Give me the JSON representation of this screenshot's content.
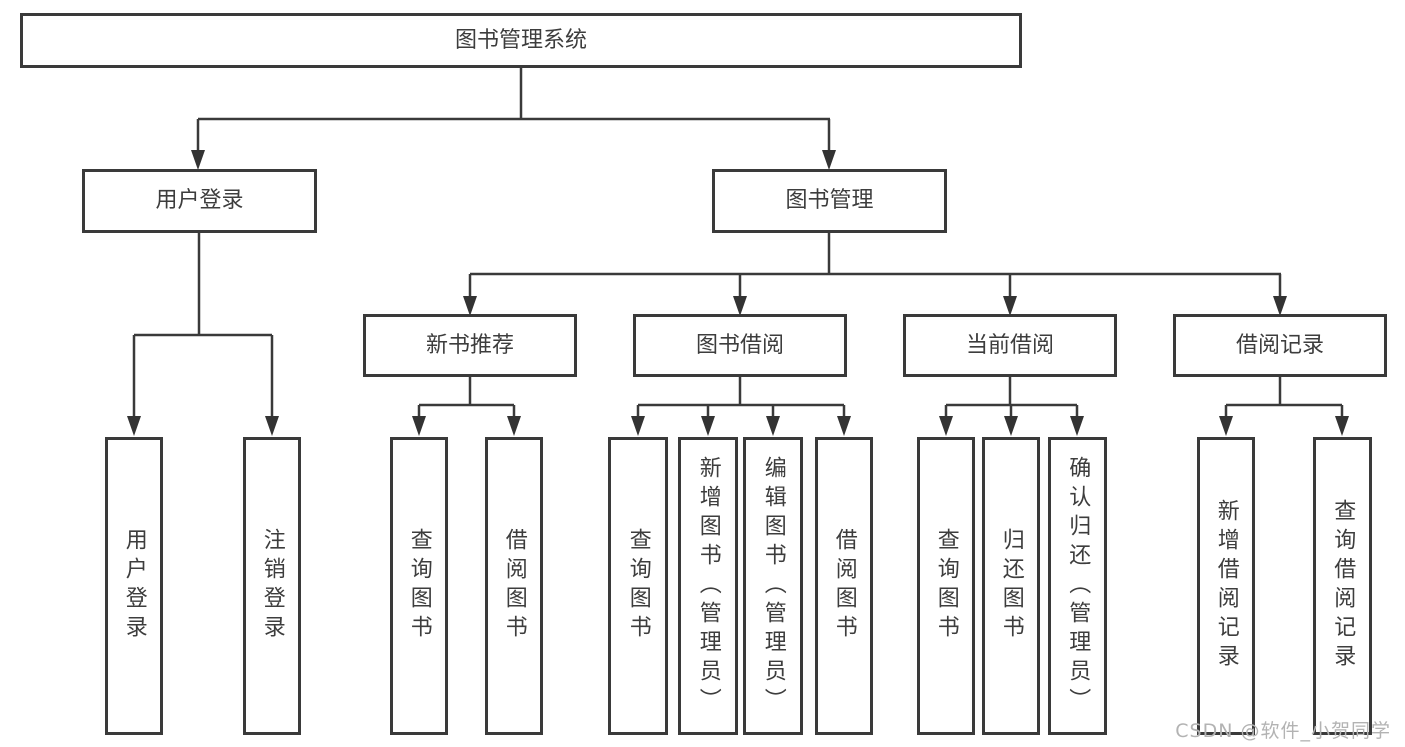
{
  "tree": {
    "label": "图书管理系统",
    "children": [
      {
        "label": "用户登录",
        "children": [
          {
            "label": "用户登录"
          },
          {
            "label": "注销登录"
          }
        ]
      },
      {
        "label": "图书管理",
        "children": [
          {
            "label": "新书推荐",
            "children": [
              {
                "label": "查询图书"
              },
              {
                "label": "借阅图书"
              }
            ]
          },
          {
            "label": "图书借阅",
            "children": [
              {
                "label": "查询图书"
              },
              {
                "label": "新增图书（管理员）"
              },
              {
                "label": "编辑图书（管理员）"
              },
              {
                "label": "借阅图书"
              }
            ]
          },
          {
            "label": "当前借阅",
            "children": [
              {
                "label": "查询图书"
              },
              {
                "label": "归还图书"
              },
              {
                "label": "确认归还（管理员）"
              }
            ]
          },
          {
            "label": "借阅记录",
            "children": [
              {
                "label": "新增借阅记录"
              },
              {
                "label": "查询借阅记录"
              }
            ]
          }
        ]
      }
    ]
  },
  "watermark": {
    "text": "CSDN @软件_小贺同学"
  },
  "colors": {
    "line": "#3a3a3a",
    "arrow": "#333333",
    "text": "#3d3d3d",
    "watermark": "#b3b3b3",
    "background": "#ffffff"
  }
}
